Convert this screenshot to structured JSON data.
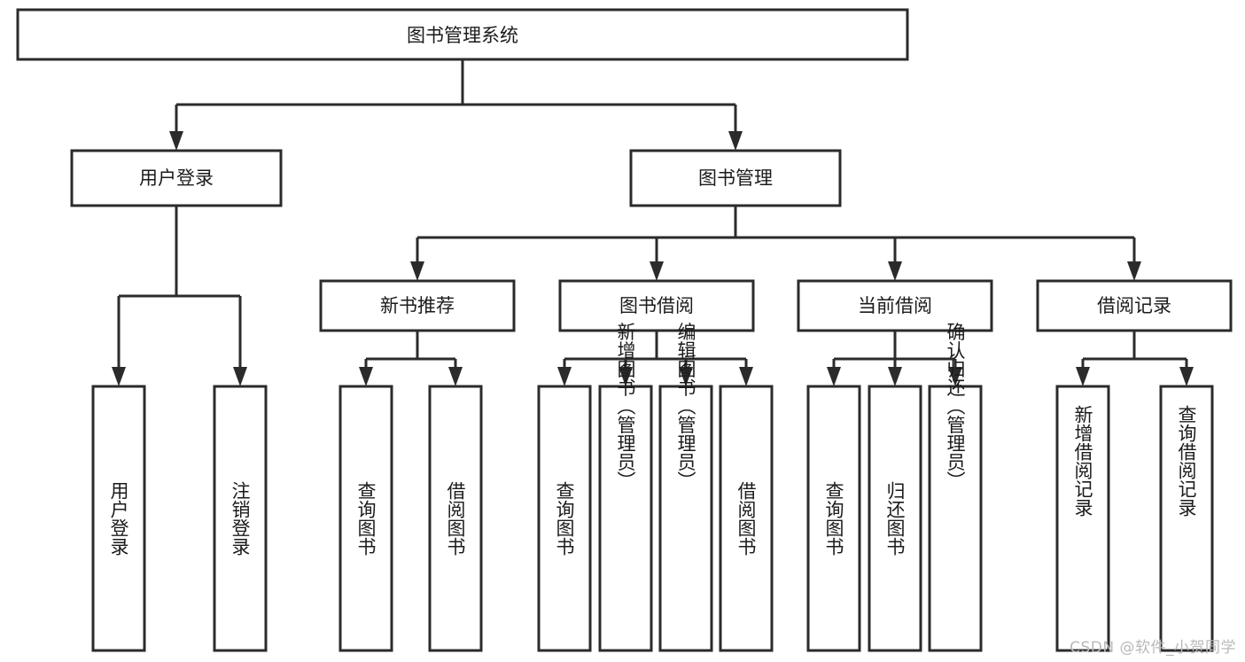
{
  "diagram": {
    "title": "图书管理系统",
    "type": "tree",
    "orientation": "top-down",
    "colors": {
      "box_fill": "#ffffff",
      "box_stroke": "#2b2b2b",
      "connector": "#2b2b2b",
      "text": "#1b1b1b",
      "watermark": "#b9b9b9",
      "background": "#ffffff"
    },
    "root": {
      "id": "root",
      "label": "图书管理系统",
      "orientation": "horizontal"
    },
    "level2": [
      {
        "id": "user-login",
        "label": "用户登录",
        "orientation": "horizontal"
      },
      {
        "id": "book-management",
        "label": "图书管理",
        "orientation": "horizontal"
      }
    ],
    "level3": [
      {
        "id": "new-book-recommend",
        "label": "新书推荐",
        "orientation": "horizontal",
        "parent": "book-management"
      },
      {
        "id": "book-borrow",
        "label": "图书借阅",
        "orientation": "horizontal",
        "parent": "book-management"
      },
      {
        "id": "current-borrow",
        "label": "当前借阅",
        "orientation": "horizontal",
        "parent": "book-management"
      },
      {
        "id": "borrow-record",
        "label": "借阅记录",
        "orientation": "horizontal",
        "parent": "book-management"
      }
    ],
    "leaves": [
      {
        "id": "leaf-user-login",
        "label": "用户登录",
        "orientation": "vertical",
        "parent": "user-login"
      },
      {
        "id": "leaf-user-logout",
        "label": "注销登录",
        "orientation": "vertical",
        "parent": "user-login"
      },
      {
        "id": "leaf-query-book-1",
        "label": "查询图书",
        "orientation": "vertical",
        "parent": "new-book-recommend"
      },
      {
        "id": "leaf-borrow-book-1",
        "label": "借阅图书",
        "orientation": "vertical",
        "parent": "new-book-recommend"
      },
      {
        "id": "leaf-query-book-2",
        "label": "查询图书",
        "orientation": "vertical",
        "parent": "book-borrow"
      },
      {
        "id": "leaf-add-book",
        "label": "新增图书（管理员）",
        "orientation": "vertical",
        "parent": "book-borrow"
      },
      {
        "id": "leaf-edit-book",
        "label": "编辑图书（管理员）",
        "orientation": "vertical",
        "parent": "book-borrow"
      },
      {
        "id": "leaf-borrow-book-2",
        "label": "借阅图书",
        "orientation": "vertical",
        "parent": "book-borrow"
      },
      {
        "id": "leaf-query-book-3",
        "label": "查询图书",
        "orientation": "vertical",
        "parent": "current-borrow"
      },
      {
        "id": "leaf-return-book",
        "label": "归还图书",
        "orientation": "vertical",
        "parent": "current-borrow"
      },
      {
        "id": "leaf-confirm-return",
        "label": "确认归还（管理员）",
        "orientation": "vertical",
        "parent": "current-borrow"
      },
      {
        "id": "leaf-add-record",
        "label": "新增借阅记录",
        "orientation": "vertical",
        "parent": "borrow-record"
      },
      {
        "id": "leaf-query-record",
        "label": "查询借阅记录",
        "orientation": "vertical",
        "parent": "borrow-record"
      }
    ]
  },
  "watermark": {
    "text": "CSDN @软件_小贺同学"
  }
}
